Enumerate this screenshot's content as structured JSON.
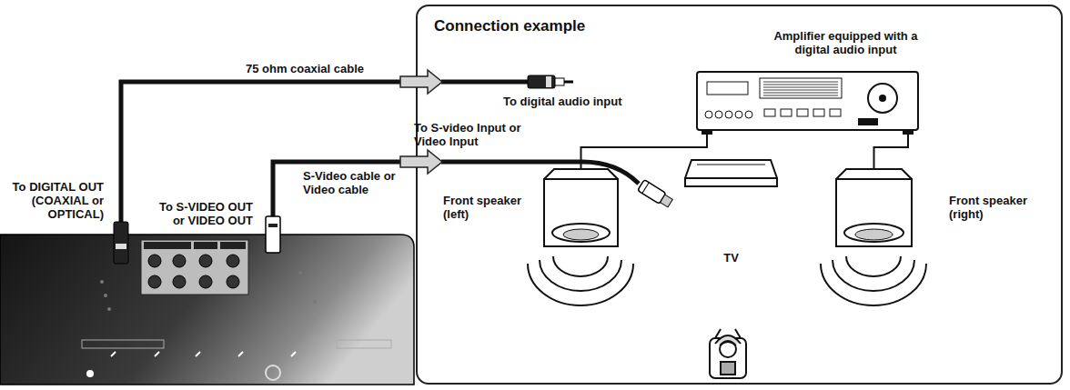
{
  "diagram": {
    "nodes": [
      {
        "text": [
          "Connection example"
        ]
      },
      {
        "text": [
          "Amplifier equipped with a digital audio input"
        ],
        "in": 0
      },
      {
        "text": [
          "Front speaker (left)"
        ],
        "in": 0
      },
      {
        "text": [
          "TV"
        ],
        "in": 0
      },
      {
        "text": [
          "Front speaker (right)"
        ],
        "in": 0
      }
    ],
    "edges": [
      {
        "from": 1,
        "to": 2,
        "arrow": "none"
      },
      {
        "from": 1,
        "to": 4,
        "arrow": "none"
      }
    ],
    "labels": [
      "75 ohm coaxial cable",
      "To digital audio input",
      "To S-video Input or Video Input",
      "S-Video cable or Video cable",
      "To DIGITAL OUT (COAXIAL or OPTICAL)",
      "To S-VIDEO OUT or VIDEO OUT"
    ]
  }
}
